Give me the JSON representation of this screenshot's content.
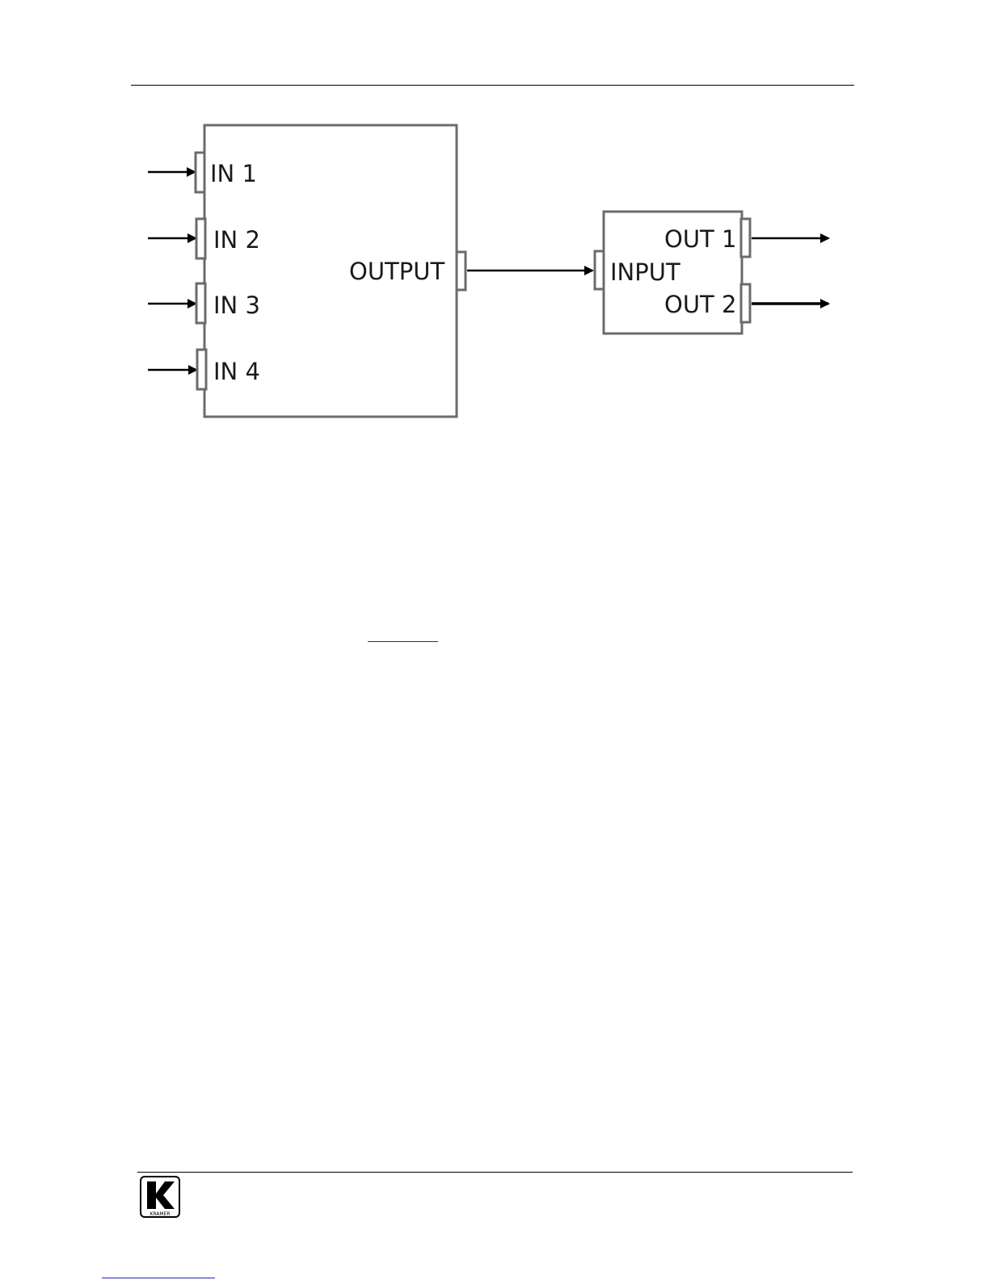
{
  "diagram": {
    "switcher": {
      "inputs": [
        "IN 1",
        "IN 2",
        "IN 3",
        "IN 4"
      ],
      "output": "OUTPUT"
    },
    "distributor": {
      "input": "INPUT",
      "outputs": [
        "OUT 1",
        "OUT 2"
      ]
    }
  },
  "footer": {
    "logo_text": "KRAMER"
  },
  "colors": {
    "box_stroke": "#6b6b6b",
    "line": "#000000",
    "link": "#2020c0"
  }
}
